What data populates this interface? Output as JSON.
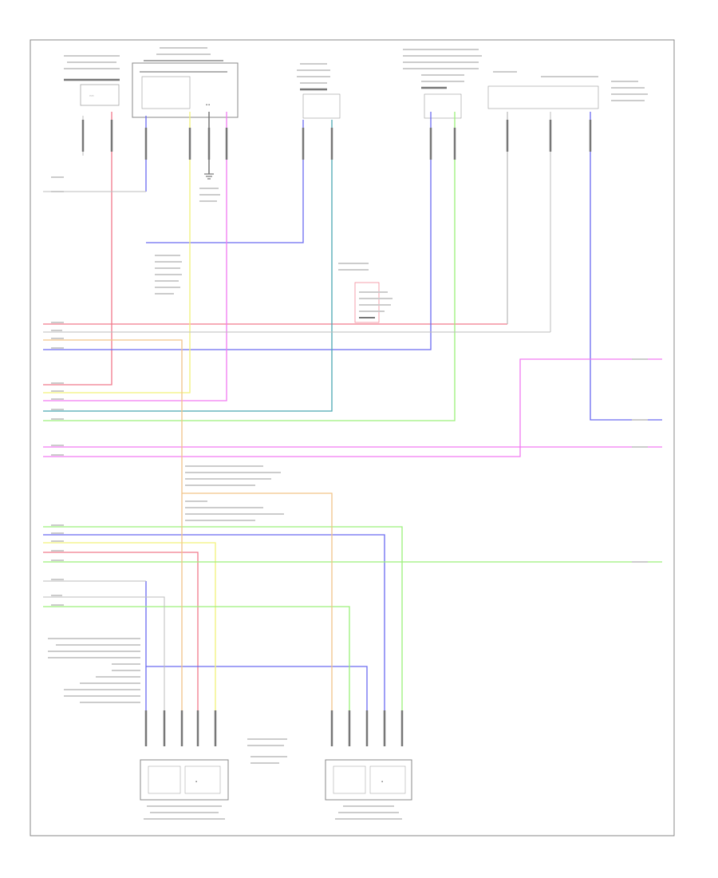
{
  "diagram": {
    "page_number": "",
    "components": [
      {
        "id": "heated-seat-switch-left",
        "name": ""
      },
      {
        "id": "heated-seat-module",
        "name": ""
      },
      {
        "id": "heated-seat-element-left",
        "name": ""
      },
      {
        "id": "heated-seat-switch-right",
        "name": ""
      },
      {
        "id": "seat-sensor-left",
        "name": ""
      },
      {
        "id": "seat-sensor-right",
        "name": ""
      },
      {
        "id": "seat-heater-front-left",
        "name": ""
      },
      {
        "id": "seat-heater-front-right",
        "name": ""
      }
    ],
    "wire_colors": {
      "red": "#f07a8c",
      "blue": "#6a6af0",
      "yellow": "#f2f27a",
      "magenta": "#f27af2",
      "teal": "#4aa8b2",
      "green": "#9cf07a",
      "orange": "#f2c488",
      "gray": "#bdbdbd",
      "frame": "#888888"
    }
  }
}
